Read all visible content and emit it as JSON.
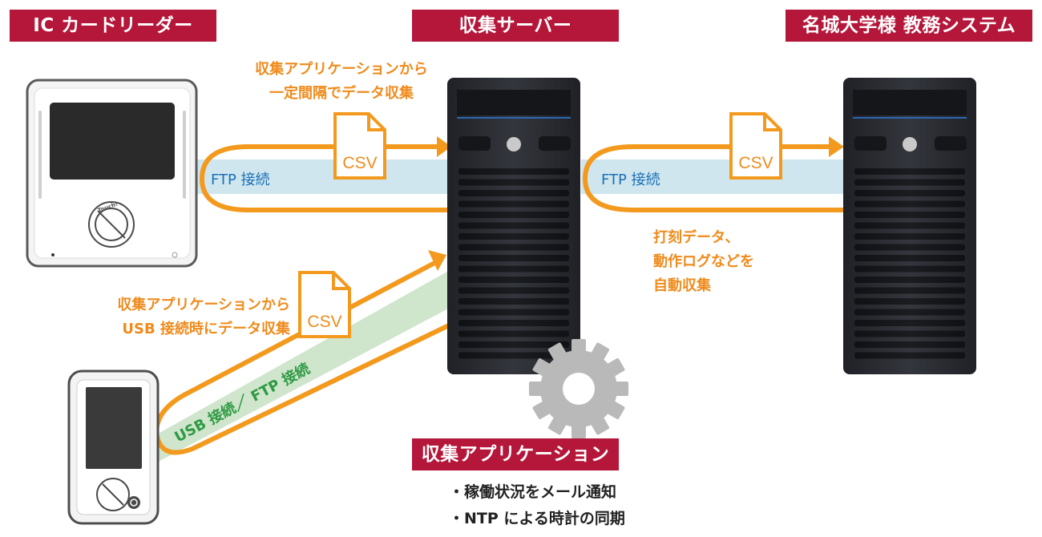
{
  "headers": {
    "card_reader": "IC カードリーダー",
    "collection_server": "収集サーバー",
    "school_system": "名城大学様 教務システム"
  },
  "links": {
    "ftp_left": "FTP 接続",
    "ftp_right": "FTP 接続",
    "usb_ftp": "USB 接続／ FTP 接続"
  },
  "files": {
    "csv_1": "CSV",
    "csv_2": "CSV",
    "csv_3": "CSV"
  },
  "notes": {
    "top": [
      "収集アプリケーションから",
      "一定間隔でデータ収集"
    ],
    "left": [
      "収集アプリケーションから",
      "USB 接続時にデータ収集"
    ],
    "right": [
      "打刻データ、",
      "動作ログなどを",
      "自動収集"
    ]
  },
  "device": {
    "touch_label": "Touch!"
  },
  "app": {
    "label": "収集アプリケーション",
    "features": [
      "・稼働状況をメール通知",
      "・NTP による時計の同期"
    ]
  },
  "colors": {
    "header_bg": "#b5173a",
    "accent_orange": "#f39a1e",
    "ftp_band": "#cfe6ef",
    "ftp_text": "#1a6fb5",
    "usb_band": "#cfe5cc",
    "usb_text": "#2e9a44",
    "server_body": "#2b2d33",
    "gear": "#b9b9b9"
  }
}
